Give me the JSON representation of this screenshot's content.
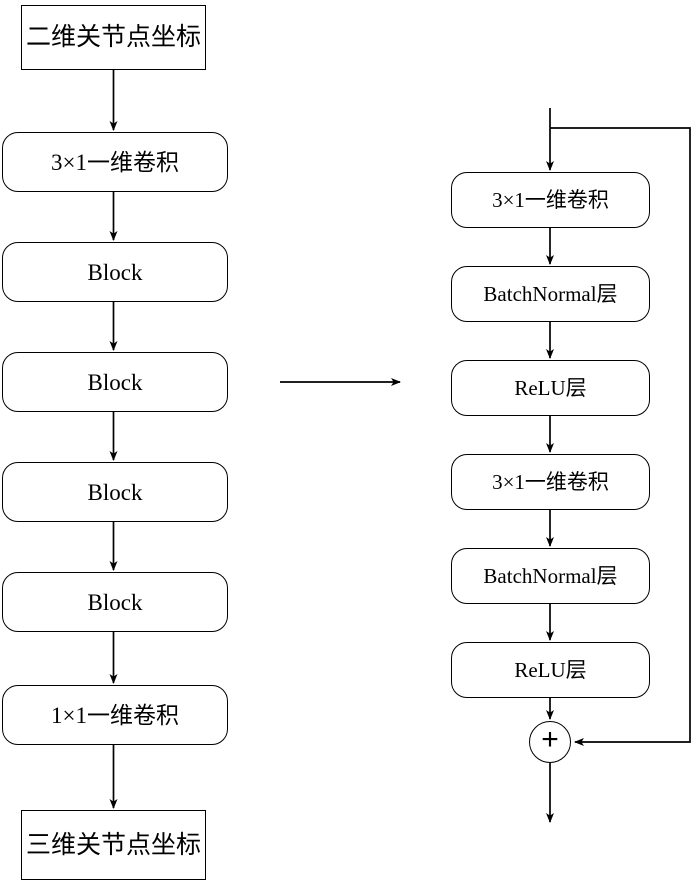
{
  "diagram": {
    "type": "flowchart",
    "title": "",
    "background_color": "#ffffff",
    "line_color": "#000000",
    "left_column": {
      "name": "main-network-pipeline",
      "nodes": [
        {
          "id": "input",
          "shape": "rectangle",
          "label": "二维关节点坐标"
        },
        {
          "id": "conv3x1",
          "shape": "rounded-rectangle",
          "label": "3×1一维卷积"
        },
        {
          "id": "block1",
          "shape": "rounded-rectangle",
          "label": "Block"
        },
        {
          "id": "block2",
          "shape": "rounded-rectangle",
          "label": "Block"
        },
        {
          "id": "block3",
          "shape": "rounded-rectangle",
          "label": "Block"
        },
        {
          "id": "block4",
          "shape": "rounded-rectangle",
          "label": "Block"
        },
        {
          "id": "conv1x1",
          "shape": "rounded-rectangle",
          "label": "1×1一维卷积"
        },
        {
          "id": "output",
          "shape": "rectangle",
          "label": "三维关节点坐标"
        }
      ]
    },
    "expansion_arrow": {
      "name": "block-expansion-arrow",
      "direction": "right"
    },
    "right_column": {
      "name": "block-detail-pipeline",
      "nodes": [
        {
          "id": "r-conv3x1-a",
          "shape": "rounded-rectangle",
          "label": "3×1一维卷积"
        },
        {
          "id": "r-bn-a",
          "shape": "rounded-rectangle",
          "label": "BatchNormal层"
        },
        {
          "id": "r-relu-a",
          "shape": "rounded-rectangle",
          "label": "ReLU层"
        },
        {
          "id": "r-conv3x1-b",
          "shape": "rounded-rectangle",
          "label": "3×1一维卷积"
        },
        {
          "id": "r-bn-b",
          "shape": "rounded-rectangle",
          "label": "BatchNormal层"
        },
        {
          "id": "r-relu-b",
          "shape": "rounded-rectangle",
          "label": "ReLU层"
        }
      ],
      "adder": {
        "id": "residual-add",
        "shape": "circle",
        "label": "+"
      },
      "skip_connection": {
        "name": "residual-skip-connection",
        "label": ""
      }
    }
  }
}
